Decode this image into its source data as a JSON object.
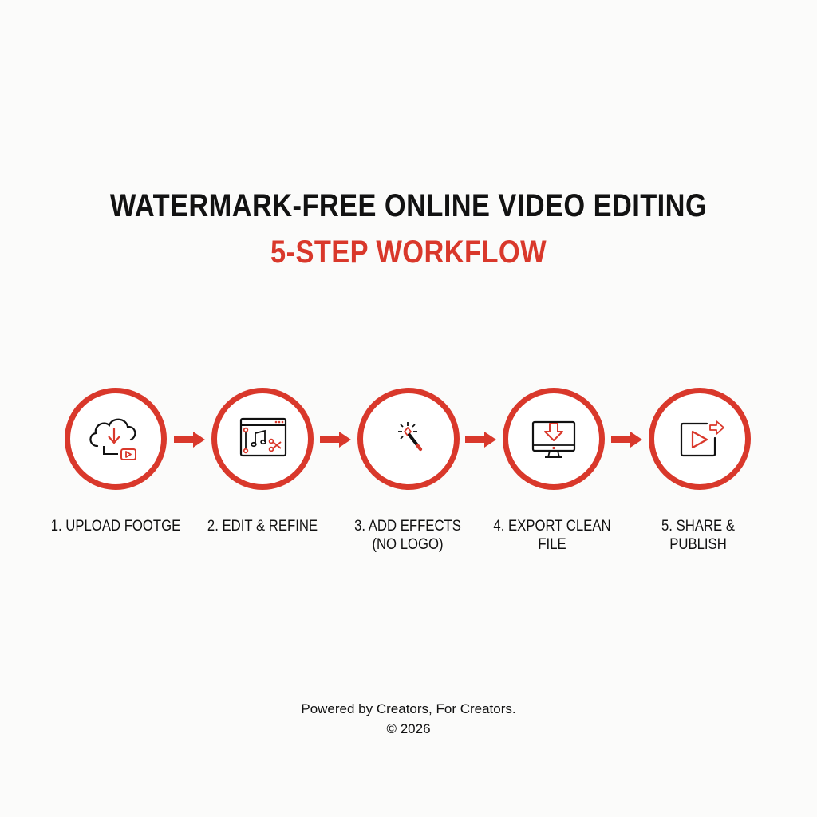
{
  "header": {
    "title": "WATERMARK-FREE ONLINE VIDEO EDITING",
    "subtitle": "5-STEP WORKFLOW"
  },
  "colors": {
    "accent": "#d9382b",
    "text": "#111111",
    "background": "#fbfbfa"
  },
  "steps": [
    {
      "icon": "cloud-upload-icon",
      "label_lines": [
        "1. UPLOAD FOOTGE",
        ""
      ]
    },
    {
      "icon": "editor-window-icon",
      "label_lines": [
        "2. EDIT & REFINE",
        ""
      ]
    },
    {
      "icon": "magic-wand-icon",
      "label_lines": [
        "3. ADD EFFECTS",
        "(NO LOGO)"
      ]
    },
    {
      "icon": "monitor-download-icon",
      "label_lines": [
        "4. EXPORT CLEAN",
        "FILE"
      ]
    },
    {
      "icon": "share-play-icon",
      "label_lines": [
        "5. SHARE & PUBLISH",
        ""
      ]
    }
  ],
  "footer": {
    "tagline": "Powered by Creators, For Creators.",
    "copyright": "© 2026"
  }
}
